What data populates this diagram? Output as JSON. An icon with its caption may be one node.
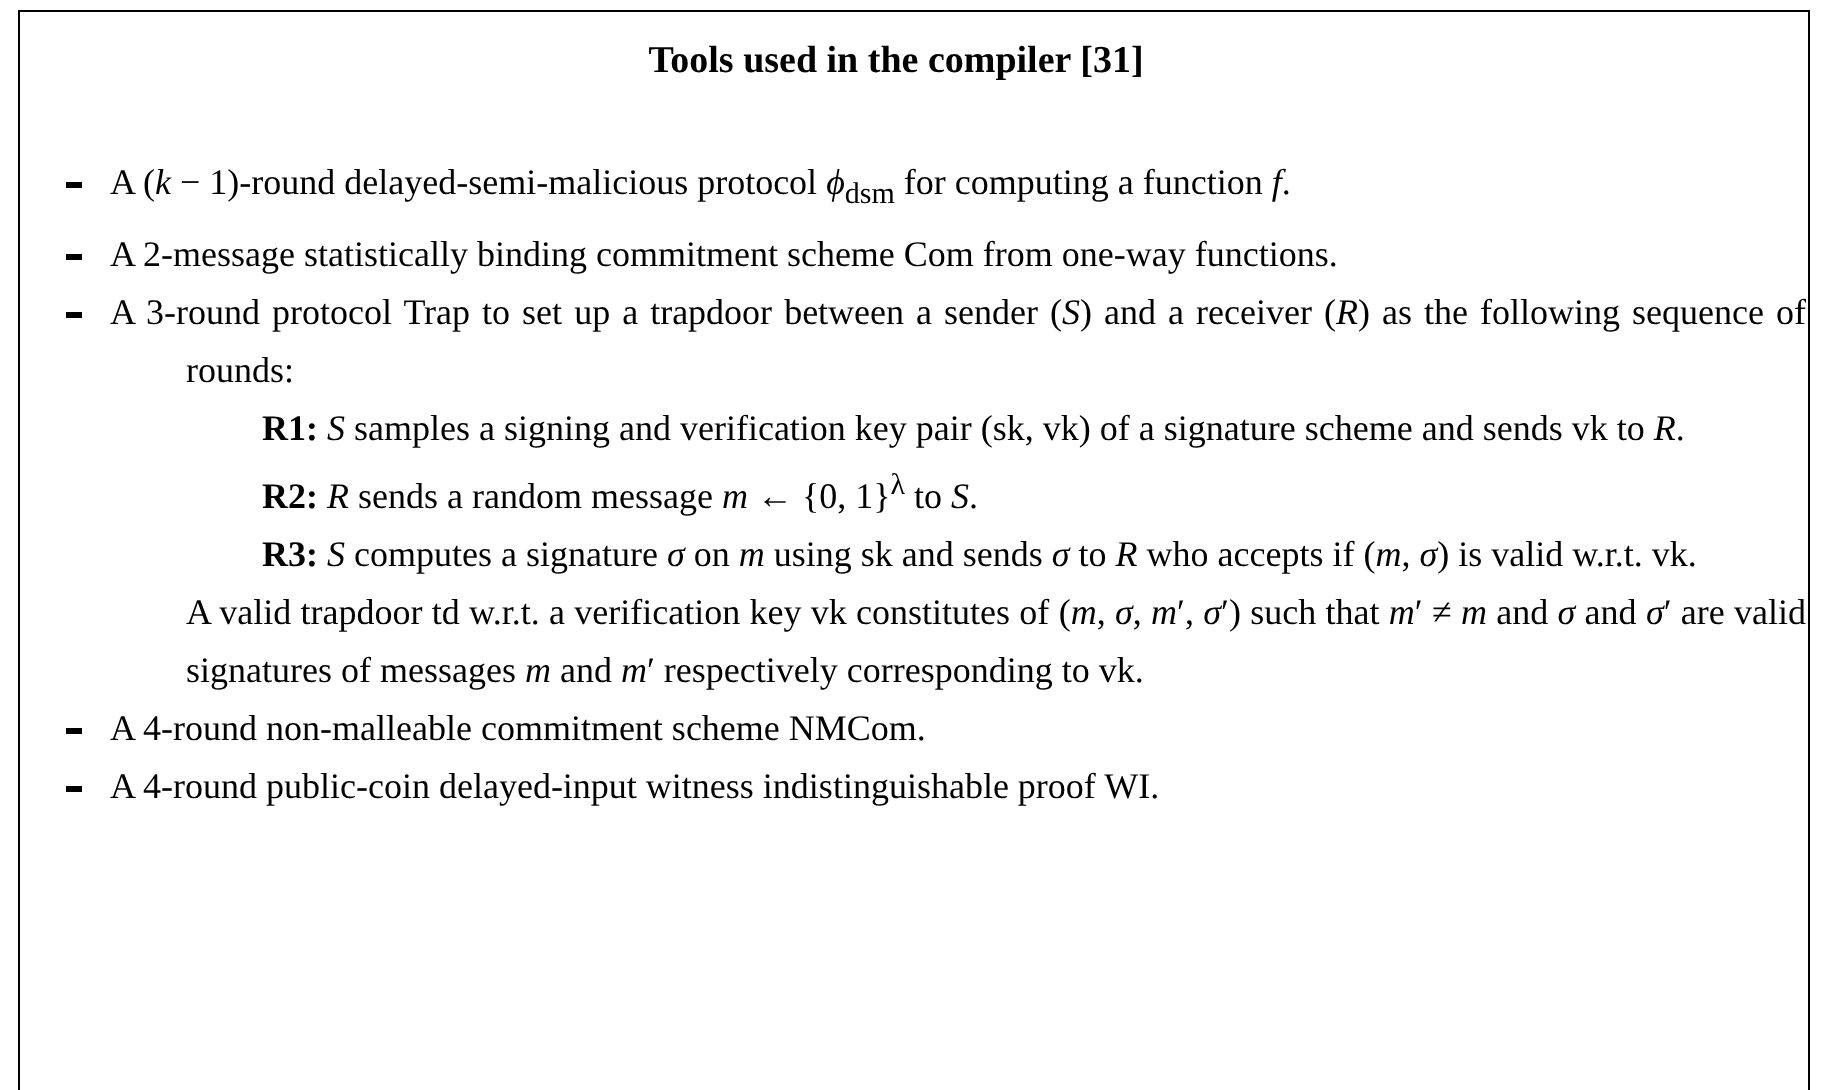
{
  "diagram": {
    "title": "Tools used in the compiler [31]",
    "labels": [
      "A (*k* − 1)-round delayed-semi-malicious protocol *ϕ*$_{dsm}$ for computing a function *f*.",
      "A 2-message statistically binding commitment scheme Com from one-way functions.",
      "A 3-round protocol Trap to set up a trapdoor between a sender (*S*) and a receiver (*R*) as the following sequence of rounds:",
      "**R1:** *S* samples a signing and verification key pair (sk, vk) of a signature scheme and sends vk to *R*.",
      "**R2:** *R* sends a random message *m* ← {0, 1}$^{λ}$ to *S*.",
      "**R3:** *S* computes a signature *σ* on *m* using sk and sends *σ* to *R* who accepts if (*m*, *σ*) is valid w.r.t. vk.",
      "A valid trapdoor td w.r.t. a verification key vk constitutes of (*m*, *σ*, *m*′, *σ*′) such that *m*′ ≠ *m* and *σ* and *σ*′ are valid signatures of messages *m* and *m*′ respectively corresponding to vk.",
      "A 4-round non-malleable commitment scheme NMCom.",
      "A 4-round public-coin delayed-input witness indistinguishable proof WI."
    ]
  }
}
